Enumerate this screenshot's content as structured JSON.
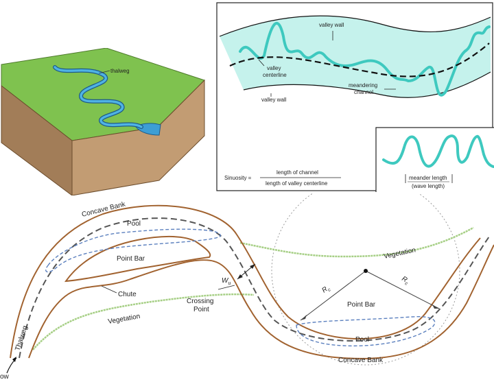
{
  "block": {
    "thalweg": "thalweg"
  },
  "sinuosity_panel": {
    "valley_wall_top": "valley wall",
    "valley_centerline_1": "valley",
    "valley_centerline_2": "centerline",
    "meandering_1": "meandering",
    "meandering_2": "channel",
    "valley_wall_bottom": "valley wall",
    "formula_label": "Sinuosity =",
    "numerator": "length of channel",
    "denominator": "length of valley centerline"
  },
  "wave_panel": {
    "meander_length": "meander length",
    "wave_length": "(wave length)"
  },
  "meander_plan": {
    "concave_bank_top": "Concave Bank",
    "pool_top": "Pool",
    "point_bar_left": "Point Bar",
    "chute": "Chute",
    "vegetation_left": "Vegetation",
    "thalweg": "Thalweg",
    "flow": "ow",
    "wu": "W",
    "wu_sub": "u",
    "crossing_point_1": "Crossing",
    "crossing_point_2": "Point",
    "vegetation_right": "Vegetation",
    "rc_left": "R",
    "rc_left_sub": "c",
    "rc_right": "R",
    "rc_right_sub": "c",
    "point_bar_right": "Point Bar",
    "pool_bottom": "Pool",
    "concave_bank_bottom": "Concave Bank"
  },
  "colors": {
    "grass": "#7fc24f",
    "soil": "#a27d58",
    "water": "#4fb3e3",
    "valley_fill": "#c5f2ec",
    "channel": "#3ec9bf",
    "bank": "#a1622f",
    "pool_outline": "#5a7fbe",
    "vegetation": "#a6cf85"
  }
}
